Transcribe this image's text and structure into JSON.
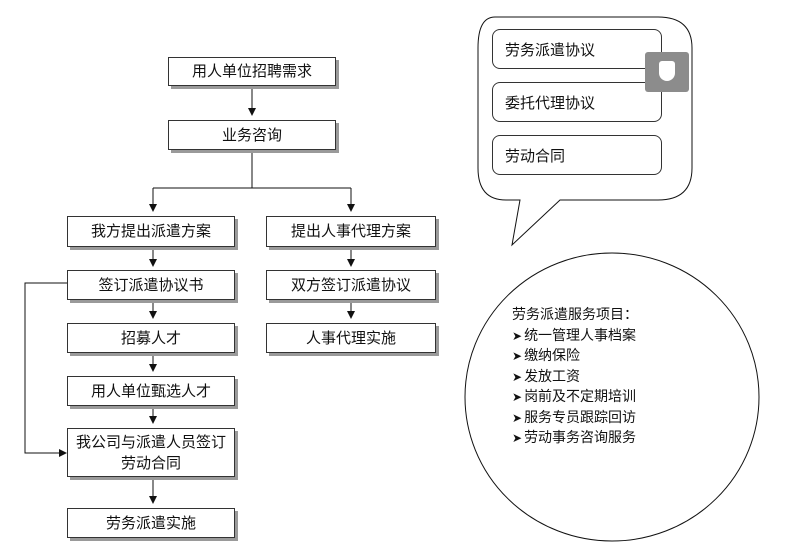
{
  "flow": {
    "top": "用人单位招聘需求",
    "consult": "业务咨询",
    "left_branch": [
      "我方提出派遣方案",
      "签订派遣协议书",
      "招募人才",
      "用人单位甄选人才",
      "我公司与派遣人员签订劳动合同",
      "劳务派遣实施"
    ],
    "right_branch": [
      "提出人事代理方案",
      "双方签订派遣协议",
      "人事代理实施"
    ]
  },
  "callout": {
    "items": [
      "劳务派遣协议",
      "委托代理协议",
      "劳动合同"
    ]
  },
  "services": {
    "title": "劳务派遣服务项目：",
    "items": [
      "统一管理人事档案",
      "缴纳保险",
      "发放工资",
      "岗前及不定期培训",
      "服务专员跟踪回访",
      "劳动事务咨询服务"
    ]
  },
  "colors": {
    "border": "#333333",
    "shadow": "#9a9a9a",
    "icon_bg": "#8c8c8c"
  }
}
